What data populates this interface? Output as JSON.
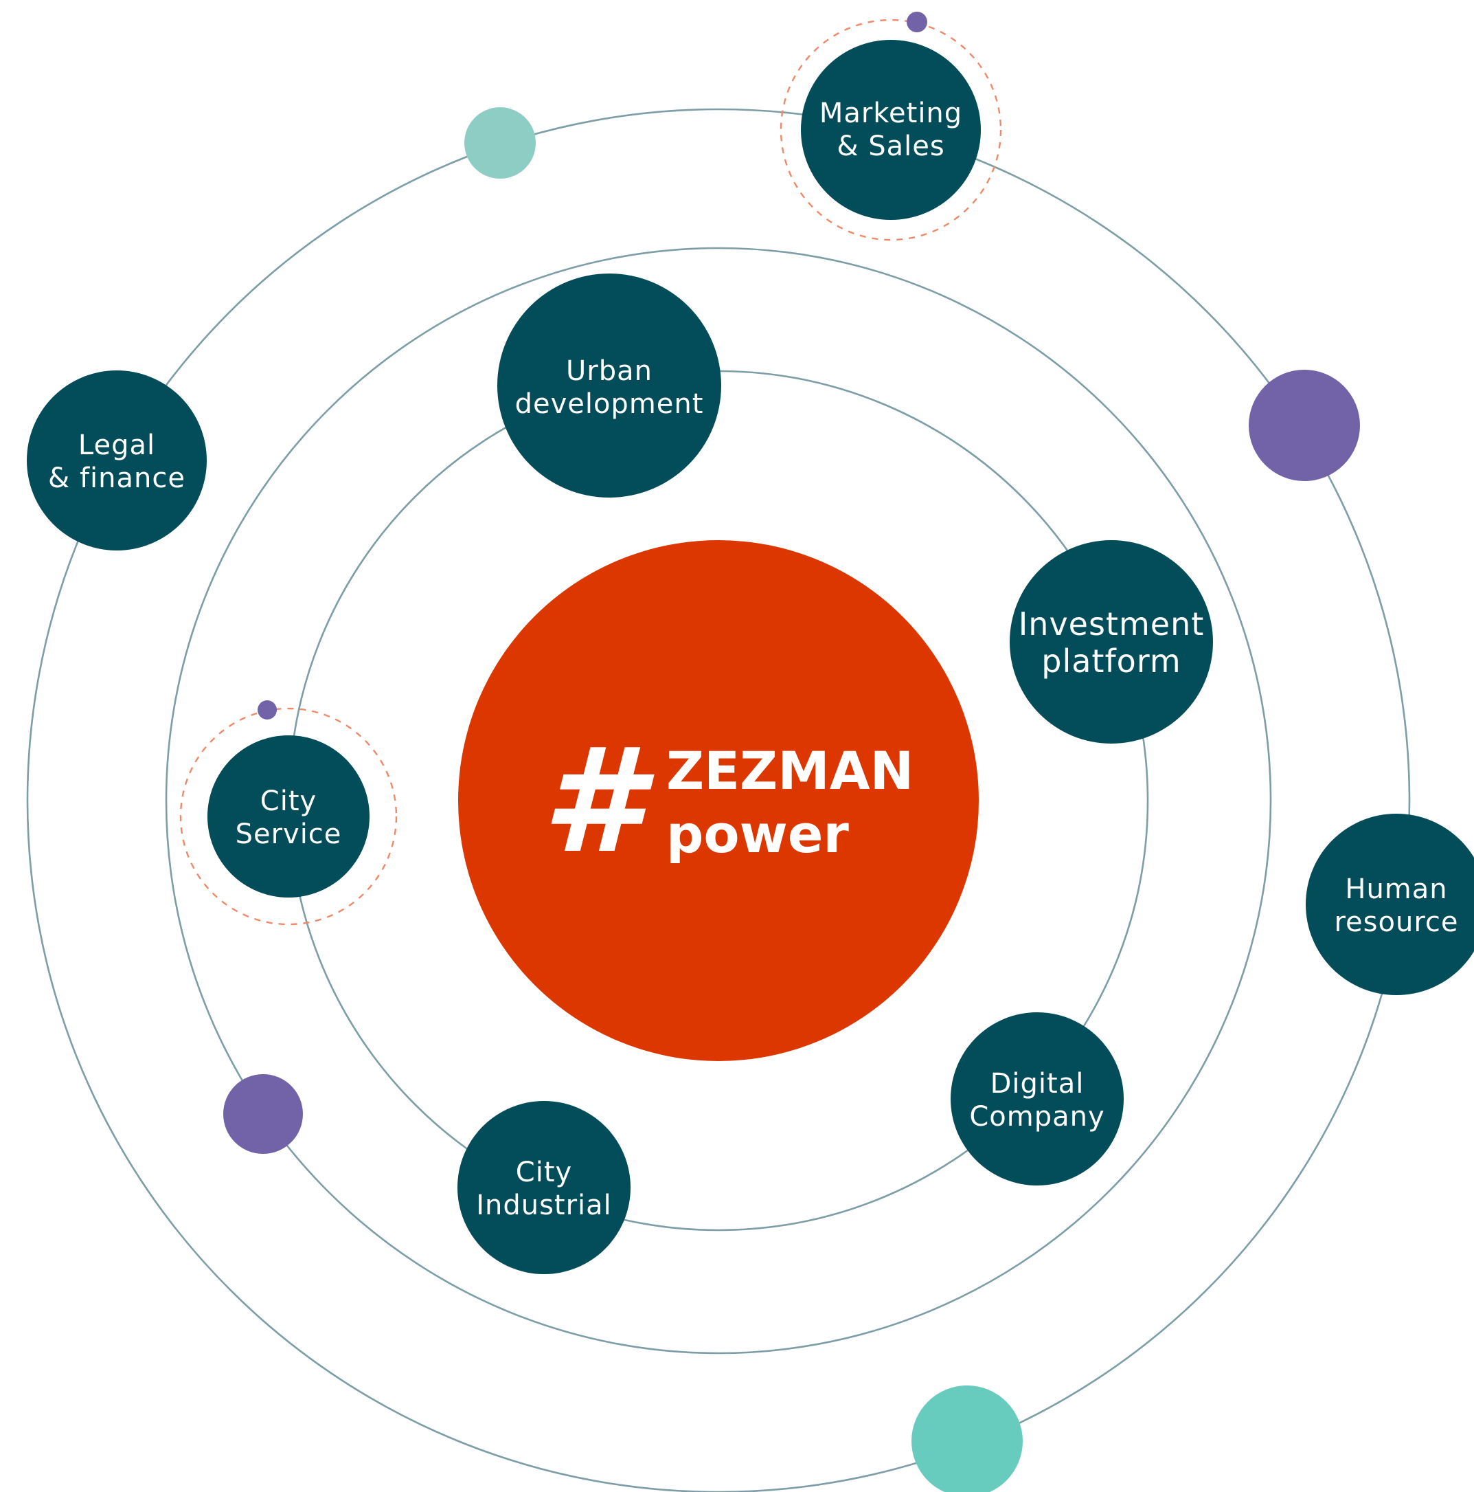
{
  "colors": {
    "orbit": "#7d9ea6",
    "node": "#024d59",
    "node_text": "#ffffff",
    "center": "#dd3700",
    "center_text": "#ffffff",
    "halo": "#ee8a6a",
    "teal": "#8ecdc3",
    "teal_bright": "#67cbbd",
    "purple": "#7263a8"
  },
  "center": {
    "hash": "#",
    "line1": "ZEZMAN",
    "line2": "power"
  },
  "nodes": {
    "marketing_sales": {
      "line1": "Marketing",
      "line2": "& Sales"
    },
    "urban_development": {
      "line1": "Urban",
      "line2": "development"
    },
    "legal_finance": {
      "line1": "Legal",
      "line2": "& finance"
    },
    "investment_platform": {
      "line1": "Investment",
      "line2": "platform"
    },
    "city_service": {
      "line1": "City",
      "line2": "Service"
    },
    "human_resource": {
      "line1": "Human",
      "line2": "resource"
    },
    "digital_company": {
      "line1": "Digital",
      "line2": "Company"
    },
    "city_industrial": {
      "line1": "City",
      "line2": "Industrial"
    }
  }
}
